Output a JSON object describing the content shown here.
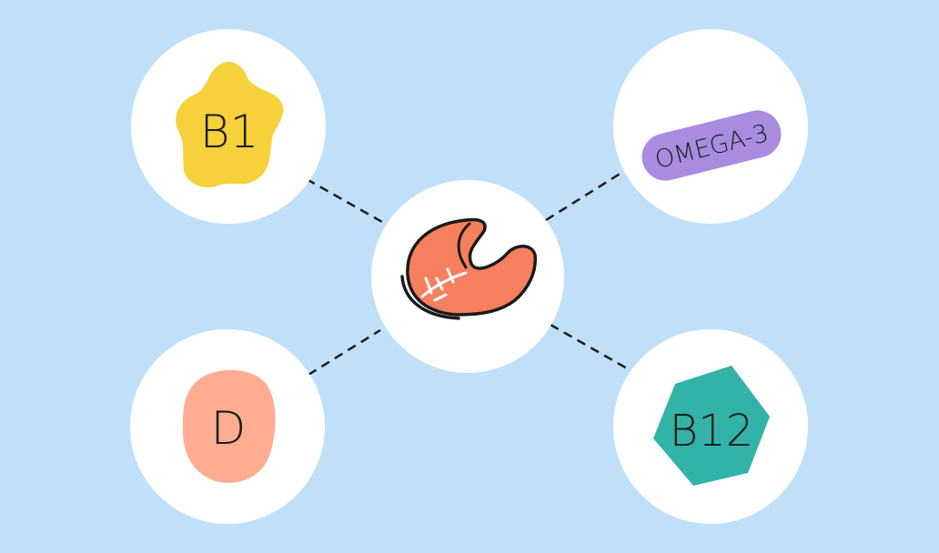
{
  "diagram": {
    "center": {
      "icon": "salmon-steak-icon"
    },
    "nutrients": [
      {
        "label": "B1",
        "shape": "flower-blob",
        "color": "#f6d13c"
      },
      {
        "label": "OMEGA-3",
        "shape": "capsule",
        "color": "#a98be0"
      },
      {
        "label": "D",
        "shape": "rounded-blob",
        "color": "#ffac91"
      },
      {
        "label": "B12",
        "shape": "hexagon",
        "color": "#33b2a7"
      }
    ],
    "colors": {
      "background": "#bfe0f8",
      "circle": "#ffffff",
      "salmon": "#f6805e",
      "connector": "#1b1b1b"
    }
  }
}
